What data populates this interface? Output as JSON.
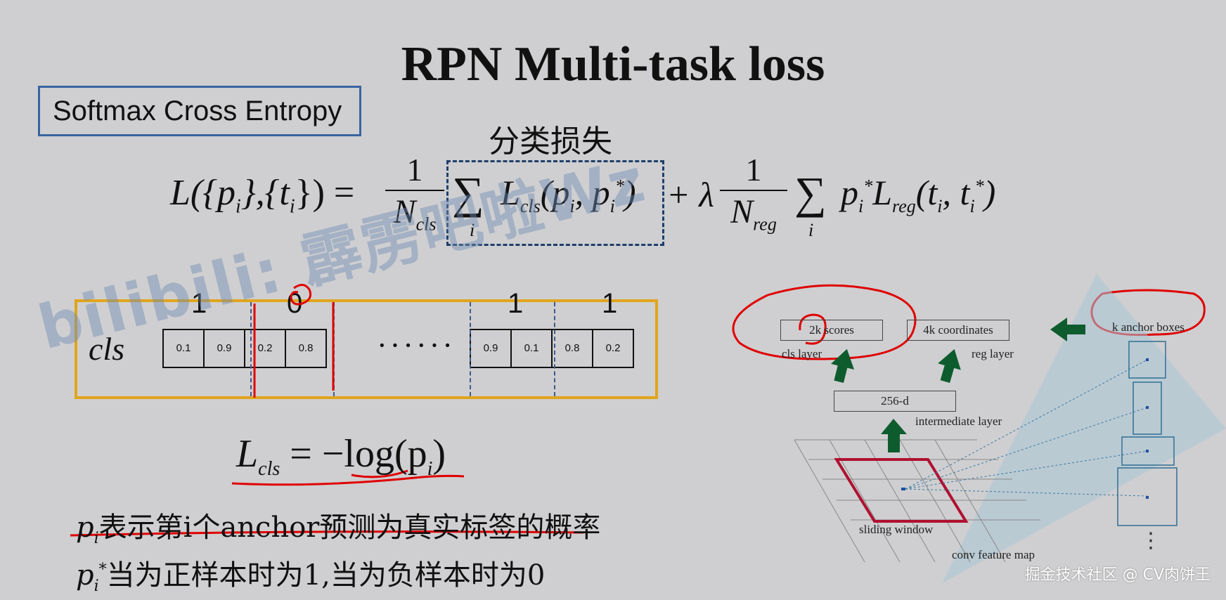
{
  "slide": {
    "title": "RPN Multi-task loss",
    "method_label": "Softmax Cross Entropy",
    "cls_loss_caption": "分类损失"
  },
  "formula": {
    "lhs": "L({p",
    "sub_i": "i",
    "lhs_mid": "},{t",
    "lhs_end": "}) =",
    "frac1_num": "1",
    "frac1_den": "N",
    "frac1_den_sub": "cls",
    "sum_symbol": "∑",
    "term_cls": "L",
    "term_cls_sub": "cls",
    "term_cls_args": "(p",
    "term_cls_args2": ", p",
    "star": "*",
    "close_paren": ")",
    "plus_lambda": "+ λ",
    "frac2_num": "1",
    "frac2_den": "N",
    "frac2_den_sub": "reg",
    "term_reg_p": "p",
    "term_reg_L": "L",
    "term_reg_sub": "reg",
    "term_reg_args": "(t",
    "term_reg_args2": ", t"
  },
  "cls_example": {
    "row_label": "cls",
    "group_labels": [
      "1",
      "0",
      "1",
      "1"
    ],
    "left_cells": [
      "0.1",
      "0.9",
      "0.2",
      "0.8"
    ],
    "ellipsis": "······",
    "right_cells": [
      "0.9",
      "0.1",
      "0.8",
      "0.2"
    ]
  },
  "lcls_formula": {
    "L": "L",
    "sub": "cls",
    "rhs": "= −log(p",
    "sub_i": "i",
    "end": ")"
  },
  "explanations": {
    "line1_p": "p",
    "line1_sub": "i",
    "line1_text": "表示第i个anchor预测为真实标签的概率",
    "line2_p": "p",
    "line2_sub": "i",
    "line2_sup": "*",
    "line2_text": "当为正样本时为1,当为负样本时为0"
  },
  "diagram": {
    "scores_label": "2k scores",
    "coords_label": "4k coordinates",
    "anchor_label": "k anchor boxes",
    "cls_layer": "cls layer",
    "reg_layer": "reg layer",
    "dim_label": "256-d",
    "intermediate_layer": "intermediate layer",
    "sliding_window": "sliding window",
    "conv_feature_map": "conv feature map",
    "vertical_dots": "⋮"
  },
  "watermark": {
    "text": "bilibili: 霹雳吧啦Wz",
    "credit": "掘金技术社区 @ CV肉饼王"
  },
  "colors": {
    "background": "#cfcfd1",
    "label_border": "#3a64a0",
    "example_border": "#e0a51c",
    "annotation_red": "#e00000",
    "arrow_green": "#0e5c2e",
    "window_red": "#b01030"
  }
}
